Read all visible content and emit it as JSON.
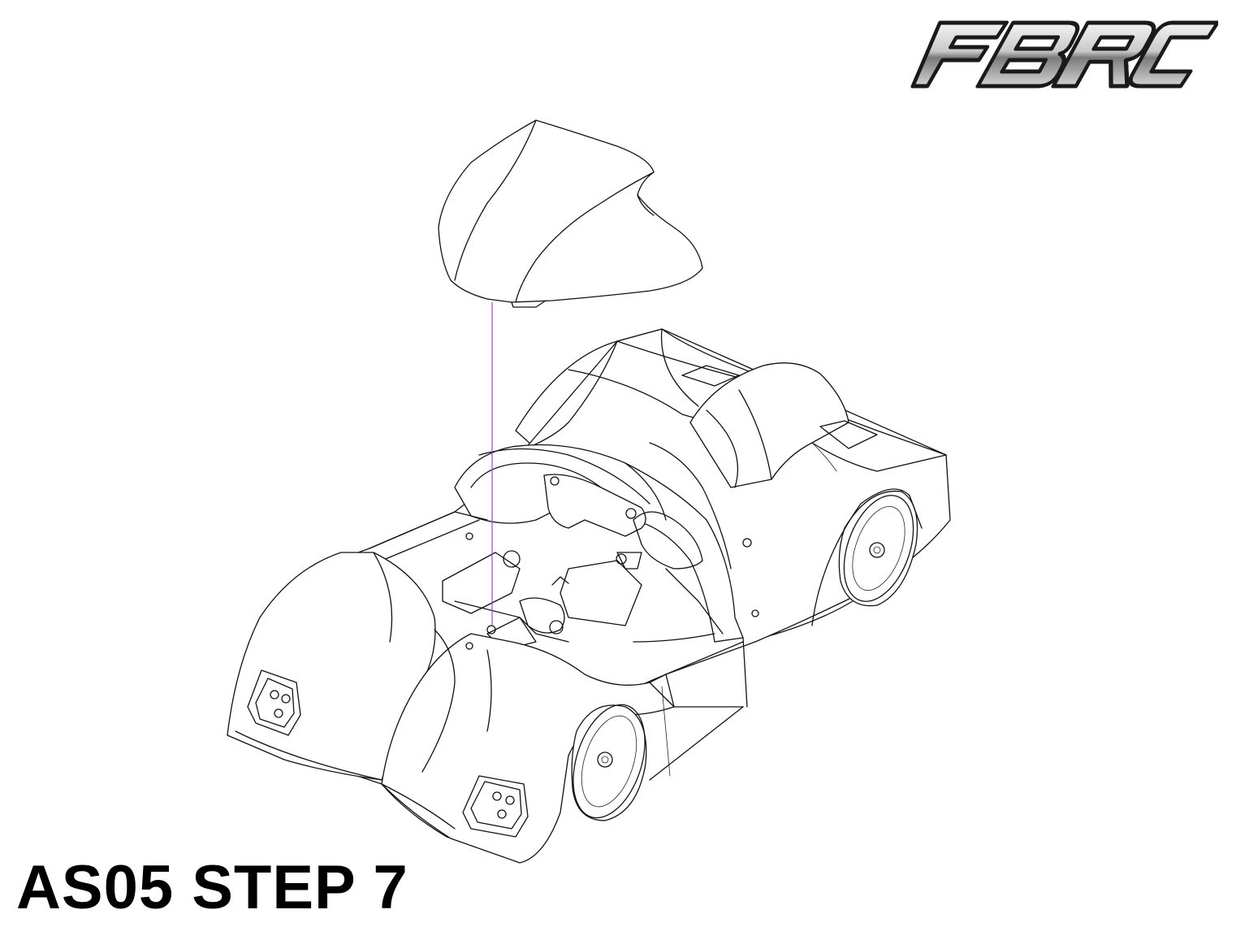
{
  "brand": {
    "logo_text": "FBRC",
    "colors": {
      "logo_dark": "#2a2a2a",
      "logo_light": "#d8d8d8",
      "logo_mid": "#8a8a8a"
    }
  },
  "instruction": {
    "title": "AS05 STEP 7"
  },
  "diagram": {
    "parts": [
      "driver-cockpit-cover",
      "car-body"
    ],
    "guide_line_color": "#b040c8"
  }
}
